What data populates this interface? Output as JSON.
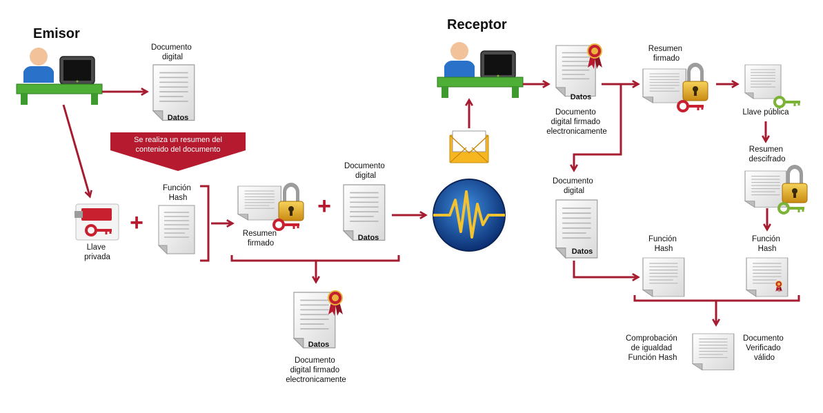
{
  "headers": {
    "emisor": "Emisor",
    "receptor": "Receptor"
  },
  "banner": {
    "line1": "Se realiza un resumen del",
    "line2": "contenido del documento"
  },
  "labels": {
    "doc_digital_1": [
      "Documento",
      "digital"
    ],
    "llave_privada": [
      "Llave",
      "privada"
    ],
    "funcion_hash_1": [
      "Función",
      "Hash"
    ],
    "resumen_firmado_1": [
      "Resumen",
      "firmado"
    ],
    "doc_digital_2": [
      "Documento",
      "digital"
    ],
    "doc_firmado_1": [
      "Documento",
      "digital firmado",
      "electronicamente"
    ],
    "doc_firmado_2": [
      "Documento",
      "digital firmado",
      "electronicamente"
    ],
    "resumen_firmado_2": [
      "Resumen",
      "firmado"
    ],
    "llave_publica": [
      "Llave pública"
    ],
    "resumen_descifrado": [
      "Resumen",
      "descifrado"
    ],
    "doc_digital_3": [
      "Documento",
      "digital"
    ],
    "funcion_hash_2": [
      "Función",
      "Hash"
    ],
    "funcion_hash_3": [
      "Función",
      "Hash"
    ],
    "comprobacion": [
      "Comprobación",
      "de igualdad",
      "Función Hash"
    ],
    "doc_verificado": [
      "Documento",
      "Verificado",
      "válido"
    ]
  },
  "datos_tag": "Datos",
  "plus_sign": "+",
  "colors": {
    "arrow": "#a51c30",
    "banner": "#b51a2e",
    "desk": "#3e9a2e",
    "person": "#2a72c9",
    "globe": "#0e3f8c",
    "lock": "#e8b12a",
    "key": "#c8202f",
    "key_public": "#7bb335"
  },
  "icons": [
    "person-icon",
    "monitor-icon",
    "desk-icon",
    "document-icon",
    "seal-icon",
    "lock-icon",
    "key-icon",
    "usb-key-icon",
    "envelope-icon",
    "globe-icon"
  ]
}
